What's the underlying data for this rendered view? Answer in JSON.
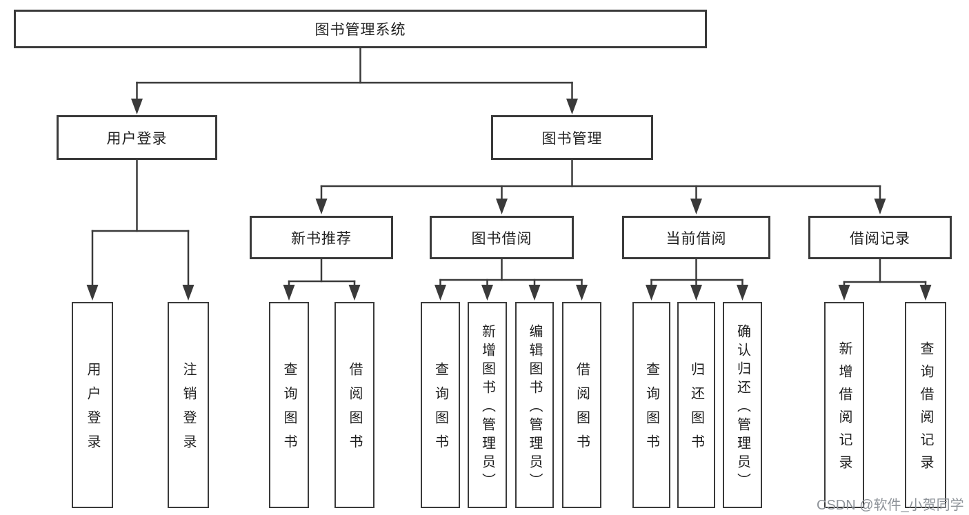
{
  "diagram": {
    "title": "图书管理系统",
    "type": "hierarchy-tree",
    "watermark": "CSDN @软件_小贺同学",
    "colors": {
      "background": "#ffffff",
      "line": "#3a3a3a",
      "box_border": "#3a3a3a",
      "box_fill": "#ffffff",
      "text": "#1f1f1f",
      "watermark_text": "#8e9399"
    }
  },
  "nodes": {
    "root": "图书管理系统",
    "user_login": "用户登录",
    "book_mgmt": "图书管理",
    "new_book_rec": "新书推荐",
    "book_borrow": "图书借阅",
    "current_borrow": "当前借阅",
    "borrow_records": "借阅记录",
    "leaf_user_login": "用户登录",
    "leaf_logout": "注销登录",
    "leaf_nbr_query": "查询图书",
    "leaf_nbr_borrow": "借阅图书",
    "leaf_bb_query": "查询图书",
    "leaf_bb_add": "新增图书（管理员）",
    "leaf_bb_edit": "编辑图书（管理员）",
    "leaf_bb_borrow": "借阅图书",
    "leaf_cb_query": "查询图书",
    "leaf_cb_return": "归还图书",
    "leaf_cb_confirm": "确认归还（管理员）",
    "leaf_br_add": "新增借阅记录",
    "leaf_br_query": "查询借阅记录"
  },
  "structure": {
    "图书管理系统": {
      "用户登录": [
        "用户登录",
        "注销登录"
      ],
      "图书管理": {
        "新书推荐": [
          "查询图书",
          "借阅图书"
        ],
        "图书借阅": [
          "查询图书",
          "新增图书（管理员）",
          "编辑图书（管理员）",
          "借阅图书"
        ],
        "当前借阅": [
          "查询图书",
          "归还图书",
          "确认归还（管理员）"
        ],
        "借阅记录": [
          "新增借阅记录",
          "查询借阅记录"
        ]
      }
    }
  }
}
